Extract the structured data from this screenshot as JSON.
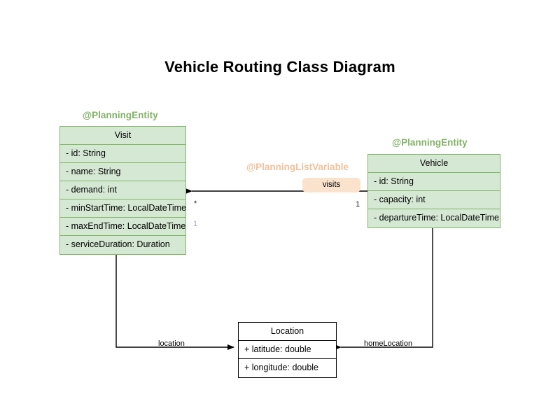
{
  "page": {
    "title": "Vehicle Routing Class Diagram",
    "background": "#ffffff"
  },
  "colors": {
    "entity_fill": "#d5e8d4",
    "entity_stroke": "#82b366",
    "entity_text": "#82b366",
    "listvar_text": "#f2c09a",
    "badge_fill": "#fae2cc",
    "plain_stroke": "#000000",
    "edge_stroke": "#000000",
    "mult_light": "#b39ddb"
  },
  "classes": {
    "visit": {
      "stereotype": "@PlanningEntity",
      "name": "Visit",
      "attributes": [
        "- id: String",
        "- name: String",
        "- demand: int",
        "- minStartTime: LocalDateTime",
        "- maxEndTime: LocalDateTime",
        "- serviceDuration: Duration"
      ]
    },
    "vehicle": {
      "stereotype": "@PlanningEntity",
      "name": "Vehicle",
      "attributes": [
        "- id: String",
        "- capacity: int",
        "- departureTime: LocalDateTime"
      ]
    },
    "location": {
      "stereotype": "",
      "name": "Location",
      "attributes": [
        "+ latitude: double",
        "+ longitude: double"
      ]
    }
  },
  "associations": {
    "visits": {
      "stereotype": "@PlanningListVariable",
      "badge_label": "visits",
      "source_multiplicity": "1",
      "target_multiplicity": "*",
      "extra_multiplicity": "1"
    },
    "location": {
      "label": "location"
    },
    "home_location": {
      "label": "homeLocation"
    }
  }
}
